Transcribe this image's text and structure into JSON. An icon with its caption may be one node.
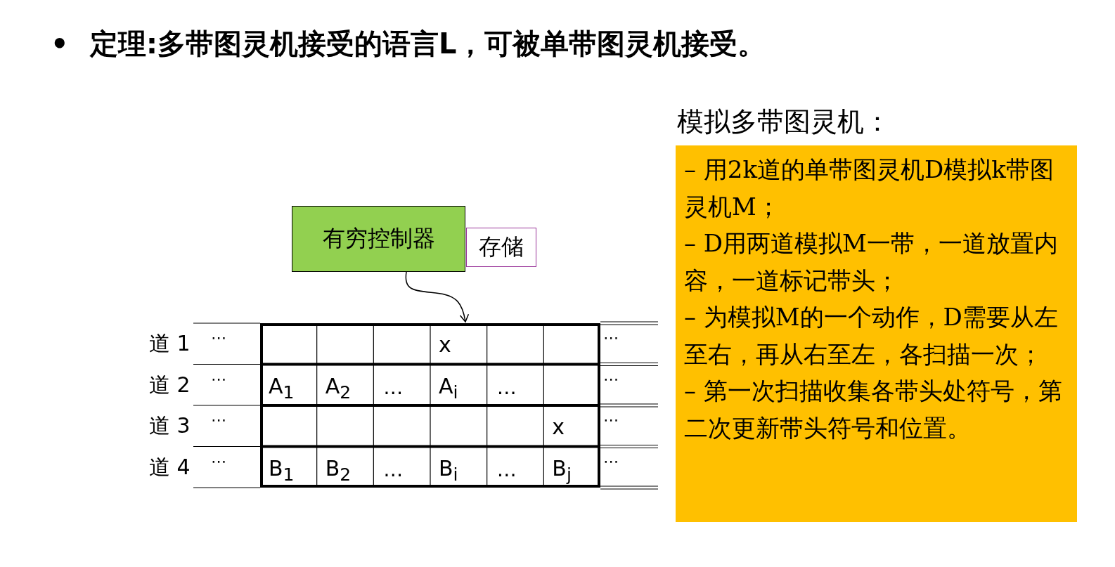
{
  "diagram": {
    "title": "定理:多带图灵机接受的语言L，可被单带图灵机接受。",
    "nodes": [
      {
        "text": [
          "有穷控制器"
        ]
      },
      {
        "text": [
          "存储"
        ]
      },
      {
        "text": [],
        "shape": "box"
      },
      {
        "text": [
          "模拟多带图灵机：",
          "– 用2k道的单带图灵机D模拟k带图灵机M；",
          "– D用两道模拟M一带，一道放置内容，一道标记带头；",
          "– 为模拟M的一个动作，D需要从左至右，再从右至左，各扫描一次；",
          "– 第一次扫描收集各带头处符号，第二次更新带头符号和位置。"
        ]
      }
    ],
    "edges": [
      {
        "from": 0,
        "to": 2,
        "arrow": "to"
      }
    ],
    "labels": [
      "•",
      "道 1",
      "⋯",
      "x",
      "⋯",
      "道 2",
      "⋯",
      "A$_{1}$",
      "A$_{2}$",
      "…",
      "A$_{i}$",
      "…",
      "⋯",
      "道 3",
      "⋯",
      "x",
      "⋯",
      "道 4",
      "⋯",
      "B$_{1}$",
      "B$_{2}$",
      "…",
      "B$_{i}$",
      "…",
      "B$_{j}$",
      "⋯"
    ]
  }
}
